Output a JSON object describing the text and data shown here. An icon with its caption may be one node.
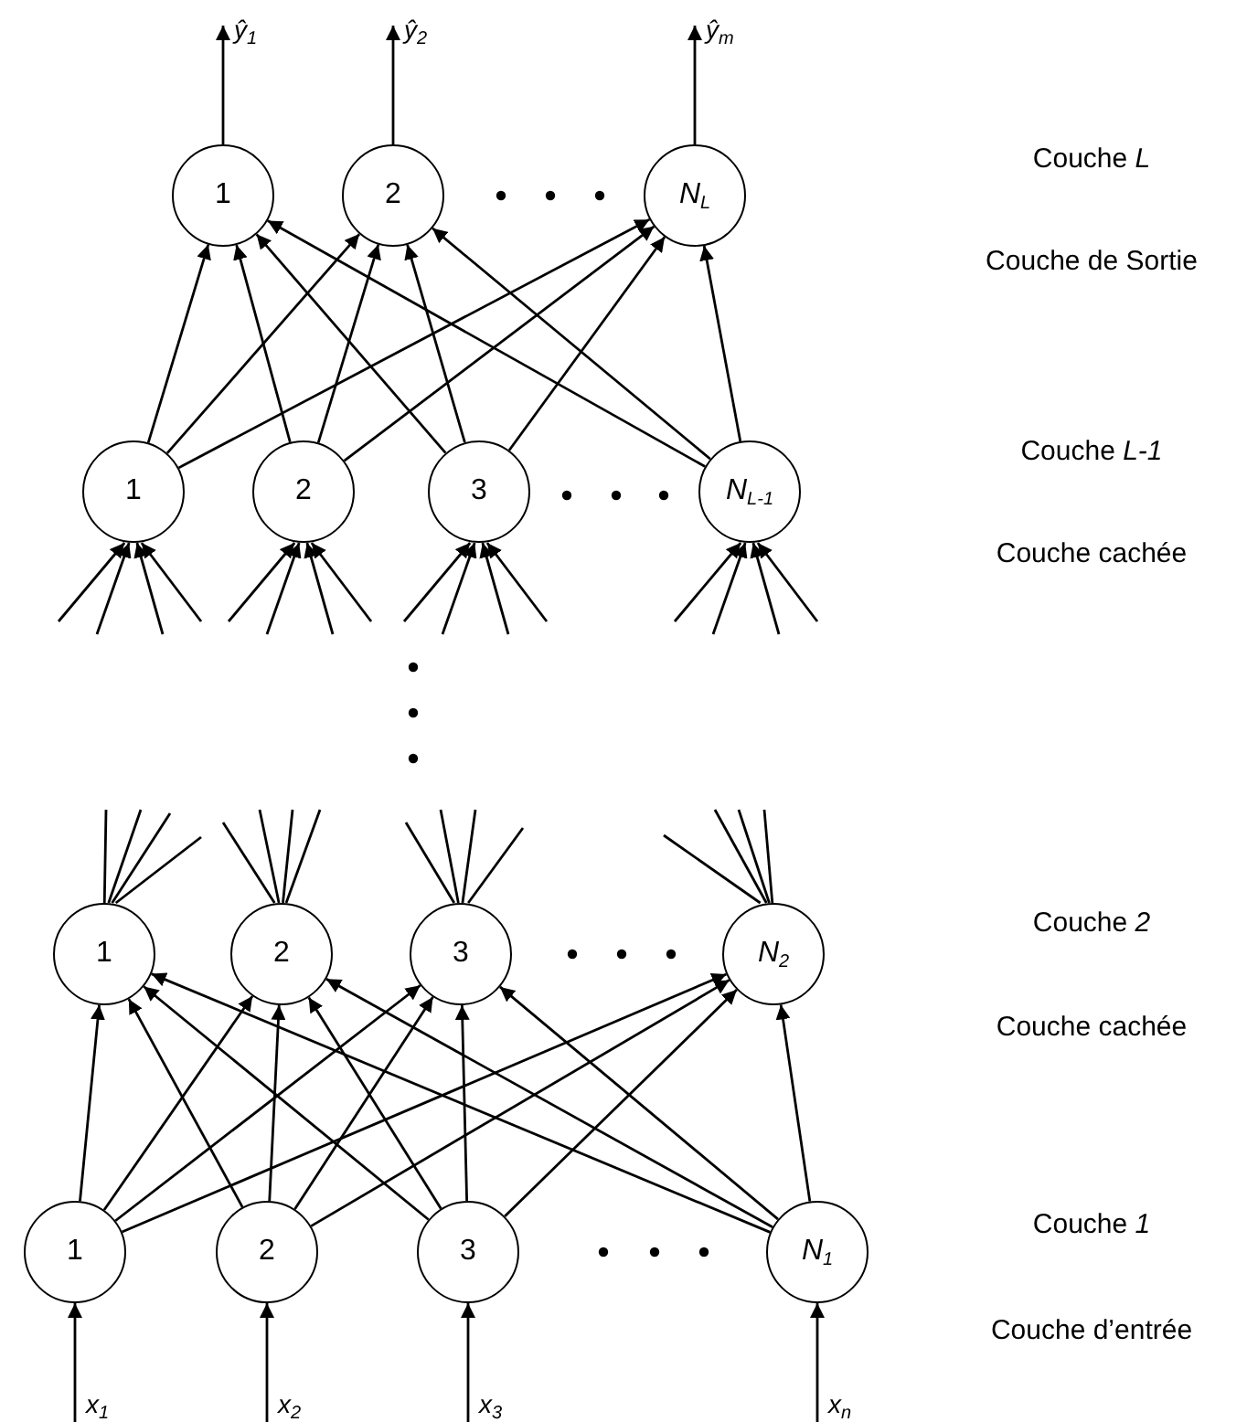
{
  "diagram": {
    "nodes": [
      {
        "text": [
          "ŷ$_{1}$"
        ]
      },
      {
        "text": [
          "ŷ$_{2}$"
        ]
      },
      {
        "text": [
          "ŷ$_{m}$"
        ]
      },
      {
        "text": [
          "1"
        ]
      },
      {
        "text": [
          "2"
        ]
      },
      {
        "text": [
          "N$_{L}$"
        ]
      },
      {
        "text": [
          "1"
        ]
      },
      {
        "text": [
          "2"
        ]
      },
      {
        "text": [
          "3"
        ]
      },
      {
        "text": [
          "N$_{L-1}$"
        ]
      },
      {
        "text": [
          "1"
        ]
      },
      {
        "text": [
          "2"
        ]
      },
      {
        "text": [
          "3"
        ]
      },
      {
        "text": [
          "N$_{2}$"
        ]
      },
      {
        "text": [
          "1"
        ]
      },
      {
        "text": [
          "2"
        ]
      },
      {
        "text": [
          "3"
        ]
      },
      {
        "text": [
          "N$_{1}$"
        ]
      },
      {
        "text": [
          "x$_{1}$"
        ]
      },
      {
        "text": [
          "x$_{2}$"
        ]
      },
      {
        "text": [
          "x$_{3}$"
        ]
      },
      {
        "text": [
          "x$_{n}$"
        ]
      }
    ],
    "edges": [
      {
        "from": 3,
        "to": 0,
        "arrow": "to"
      },
      {
        "from": 4,
        "to": 1,
        "arrow": "to"
      },
      {
        "from": 5,
        "to": 2,
        "arrow": "to"
      },
      {
        "from": 6,
        "to": 3,
        "arrow": "to"
      },
      {
        "from": 6,
        "to": 4,
        "arrow": "to"
      },
      {
        "from": 6,
        "to": 5,
        "arrow": "to"
      },
      {
        "from": 7,
        "to": 3,
        "arrow": "to"
      },
      {
        "from": 7,
        "to": 4,
        "arrow": "to"
      },
      {
        "from": 7,
        "to": 5,
        "arrow": "to"
      },
      {
        "from": 8,
        "to": 3,
        "arrow": "to"
      },
      {
        "from": 8,
        "to": 4,
        "arrow": "to"
      },
      {
        "from": 8,
        "to": 5,
        "arrow": "to"
      },
      {
        "from": 9,
        "to": 3,
        "arrow": "to"
      },
      {
        "from": 9,
        "to": 4,
        "arrow": "to"
      },
      {
        "from": 9,
        "to": 5,
        "arrow": "to"
      },
      {
        "from": null,
        "to": 6,
        "arrow": "to"
      },
      {
        "from": null,
        "to": 6,
        "arrow": "to"
      },
      {
        "from": null,
        "to": 6,
        "arrow": "to"
      },
      {
        "from": null,
        "to": 6,
        "arrow": "to"
      },
      {
        "from": null,
        "to": 7,
        "arrow": "to"
      },
      {
        "from": null,
        "to": 7,
        "arrow": "to"
      },
      {
        "from": null,
        "to": 7,
        "arrow": "to"
      },
      {
        "from": null,
        "to": 7,
        "arrow": "to"
      },
      {
        "from": null,
        "to": 8,
        "arrow": "to"
      },
      {
        "from": null,
        "to": 8,
        "arrow": "to"
      },
      {
        "from": null,
        "to": 8,
        "arrow": "to"
      },
      {
        "from": null,
        "to": 8,
        "arrow": "to"
      },
      {
        "from": null,
        "to": 9,
        "arrow": "to"
      },
      {
        "from": null,
        "to": 9,
        "arrow": "to"
      },
      {
        "from": null,
        "to": 9,
        "arrow": "to"
      },
      {
        "from": null,
        "to": 9,
        "arrow": "to"
      },
      {
        "from": 10,
        "to": null,
        "arrow": "none"
      },
      {
        "from": 10,
        "to": null,
        "arrow": "none"
      },
      {
        "from": 10,
        "to": null,
        "arrow": "none"
      },
      {
        "from": 10,
        "to": null,
        "arrow": "none"
      },
      {
        "from": 11,
        "to": null,
        "arrow": "none"
      },
      {
        "from": 11,
        "to": null,
        "arrow": "none"
      },
      {
        "from": 11,
        "to": null,
        "arrow": "none"
      },
      {
        "from": 11,
        "to": null,
        "arrow": "none"
      },
      {
        "from": 12,
        "to": null,
        "arrow": "none"
      },
      {
        "from": 12,
        "to": null,
        "arrow": "none"
      },
      {
        "from": 12,
        "to": null,
        "arrow": "none"
      },
      {
        "from": 12,
        "to": null,
        "arrow": "none"
      },
      {
        "from": 13,
        "to": null,
        "arrow": "none"
      },
      {
        "from": 13,
        "to": null,
        "arrow": "none"
      },
      {
        "from": 13,
        "to": null,
        "arrow": "none"
      },
      {
        "from": 13,
        "to": null,
        "arrow": "none"
      },
      {
        "from": 14,
        "to": 10,
        "arrow": "to"
      },
      {
        "from": 14,
        "to": 11,
        "arrow": "to"
      },
      {
        "from": 14,
        "to": 12,
        "arrow": "to"
      },
      {
        "from": 14,
        "to": 13,
        "arrow": "to"
      },
      {
        "from": 15,
        "to": 10,
        "arrow": "to"
      },
      {
        "from": 15,
        "to": 11,
        "arrow": "to"
      },
      {
        "from": 15,
        "to": 12,
        "arrow": "to"
      },
      {
        "from": 15,
        "to": 13,
        "arrow": "to"
      },
      {
        "from": 16,
        "to": 10,
        "arrow": "to"
      },
      {
        "from": 16,
        "to": 11,
        "arrow": "to"
      },
      {
        "from": 16,
        "to": 12,
        "arrow": "to"
      },
      {
        "from": 16,
        "to": 13,
        "arrow": "to"
      },
      {
        "from": 17,
        "to": 10,
        "arrow": "to"
      },
      {
        "from": 17,
        "to": 11,
        "arrow": "to"
      },
      {
        "from": 17,
        "to": 12,
        "arrow": "to"
      },
      {
        "from": 17,
        "to": 13,
        "arrow": "to"
      },
      {
        "from": 18,
        "to": 14,
        "arrow": "to"
      },
      {
        "from": 19,
        "to": 15,
        "arrow": "to"
      },
      {
        "from": 20,
        "to": 16,
        "arrow": "to"
      },
      {
        "from": 21,
        "to": 17,
        "arrow": "to"
      }
    ],
    "labels": [
      "Couche *L*",
      "Couche de Sortie",
      "Couche *L-1*",
      "Couche cachée",
      "Couche *2*",
      "Couche cachée",
      "Couche *1*",
      "Couche d’entrée"
    ]
  }
}
